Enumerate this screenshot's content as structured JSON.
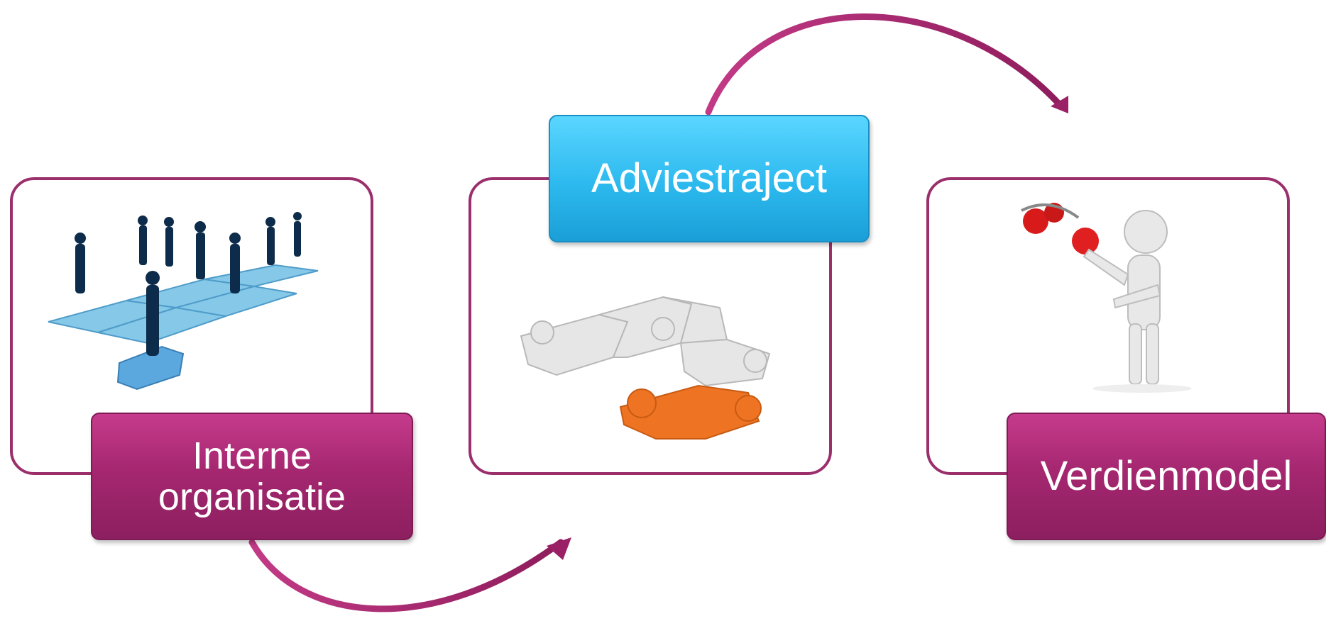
{
  "steps": [
    {
      "label": "Interne\norganisatie",
      "icon": "business-people-puzzle-icon"
    },
    {
      "label": "Adviestraject",
      "icon": "puzzle-pieces-icon"
    },
    {
      "label": "Verdienmodel",
      "icon": "juggling-figure-icon"
    }
  ],
  "colors": {
    "frame": "#9a2f6c",
    "magenta_label": "#a52770",
    "cyan_label": "#2cb9ee",
    "arrow": "#a0246a"
  }
}
